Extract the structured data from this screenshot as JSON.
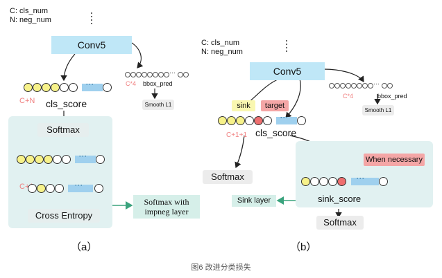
{
  "legend_a": {
    "line1": "C:   cls_num",
    "line2": "N: neg_num"
  },
  "legend_b": {
    "line1": "C:   cls_num",
    "line2": "N: neg_num"
  },
  "diagram_a": {
    "conv": "Conv5",
    "cls_dim": "C+N",
    "cls_score": "cls_score",
    "bbox_dim": "C*4",
    "bbox_pred": "bbox_pred",
    "smooth": "Smooth L1",
    "softmax": "Softmax",
    "c1_dim": "C+1",
    "cross_entropy": "Cross Entropy",
    "result": "Softmax with\nimpneg layer",
    "label": "（a）"
  },
  "diagram_b": {
    "conv": "Conv5",
    "sink": "sink",
    "target": "target",
    "cls_dim": "C+1+1",
    "cls_score": "cls_score",
    "bbox_dim": "C*4",
    "bbox_pred": "bbox_pred",
    "smooth": "Smooth L1",
    "softmax_left": "Softmax",
    "when_necessary": "When necessary",
    "sink_layer": "Sink layer",
    "sink_score": "sink_score",
    "softmax_bottom": "Softmax",
    "label": "（b）"
  },
  "caption": "图6 改进分类损失",
  "colors": {
    "conv": "#bfe7f7",
    "panel": "#e1f1f1",
    "yellow": "#f7f28a",
    "red": "#ef6f6f",
    "blue": "#9fd0ee",
    "sink_tag": "#f9f7b0",
    "target_tag": "#f4a6a6"
  }
}
